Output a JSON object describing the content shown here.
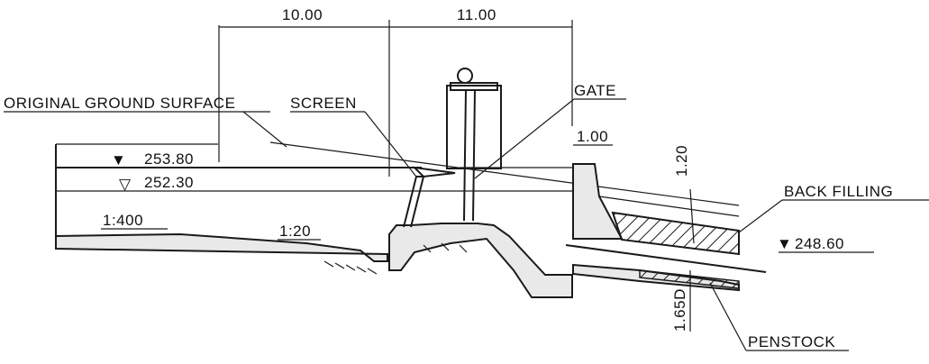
{
  "dimensions": {
    "span_1": "10.00",
    "span_2": "11.00",
    "wall_width": "1.00",
    "slope_depth": "1.20"
  },
  "labels": {
    "original_ground": "ORIGINAL GROUND SURFACE",
    "screen": "SCREEN",
    "gate": "GATE",
    "back_filling": "BACK FILLING",
    "penstock": "PENSTOCK"
  },
  "water_levels": {
    "upper": "253.80",
    "lower": "252.30",
    "outlet": "248.60"
  },
  "slopes": {
    "channel": "1:400",
    "transition": "1:20"
  },
  "pipe_diameter": "1.65D"
}
